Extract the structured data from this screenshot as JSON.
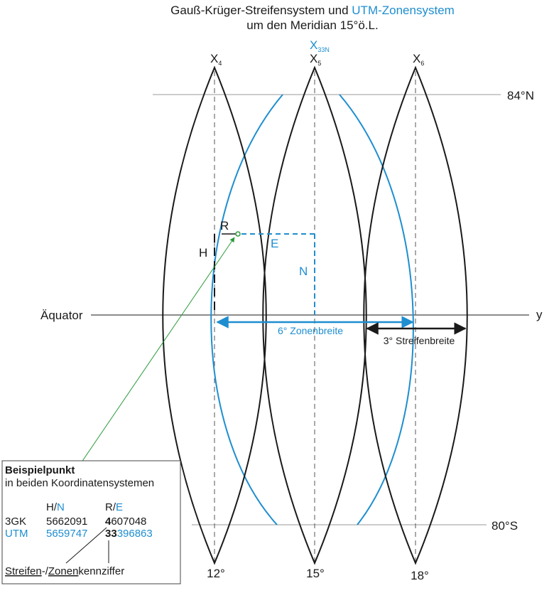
{
  "title": {
    "line1_black": "Gauß-Krüger-Streifensystem und ",
    "line1_blue": "UTM-Zonensystem",
    "line2": "um den Meridian 15°ö.L."
  },
  "axes": {
    "x4": "X",
    "x4_sub": "4",
    "x5": "X",
    "x5_sub": "5",
    "x6": "X",
    "x6_sub": "6",
    "x33": "X",
    "x33_sub": "33N",
    "y": "y"
  },
  "latitudes": {
    "north": "84°N",
    "south": "80°S",
    "equator": "Äquator"
  },
  "meridians": {
    "m12": "12°",
    "m15": "15°",
    "m18": "18°"
  },
  "point_labels": {
    "R": "R",
    "H": "H",
    "E": "E",
    "N": "N"
  },
  "widths": {
    "zone": "6° Zonenbreite",
    "strip": "3° Streifenbreite"
  },
  "legend": {
    "title": "Beispielpunkt",
    "subtitle": "in beiden Koordinatensystemen",
    "col_h": "H/",
    "col_h_blue": "N",
    "col_r": "R/",
    "col_r_blue": "E",
    "row1_name": "3GK",
    "row1_h": "5662091",
    "row1_r_bold": "4",
    "row1_r_rest": "607048",
    "row2_name": "UTM",
    "row2_h": "5659747",
    "row2_r_bold": "33",
    "row2_r_rest": "396863",
    "footer_a": "Streifen",
    "footer_b": "-/",
    "footer_c": "Zonen",
    "footer_d": "kennziffer"
  },
  "colors": {
    "black": "#1a1a1a",
    "blue": "#1e8ed0",
    "green": "#2a9a3a"
  }
}
